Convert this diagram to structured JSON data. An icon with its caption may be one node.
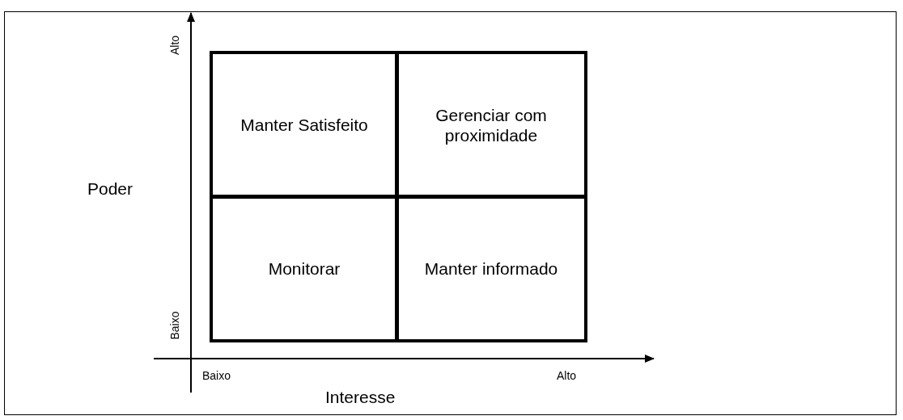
{
  "diagram": {
    "nodes": [
      {
        "text": [
          "Manter Satisfeito"
        ]
      },
      {
        "text": [
          "Gerenciar com proximidade"
        ]
      },
      {
        "text": [
          "Monitorar"
        ]
      },
      {
        "text": [
          "Manter informado"
        ]
      }
    ],
    "edges": [],
    "labels": [
      "Alto",
      "Poder",
      "Baixo",
      "Baixo",
      "Alto",
      "Interesse"
    ]
  }
}
